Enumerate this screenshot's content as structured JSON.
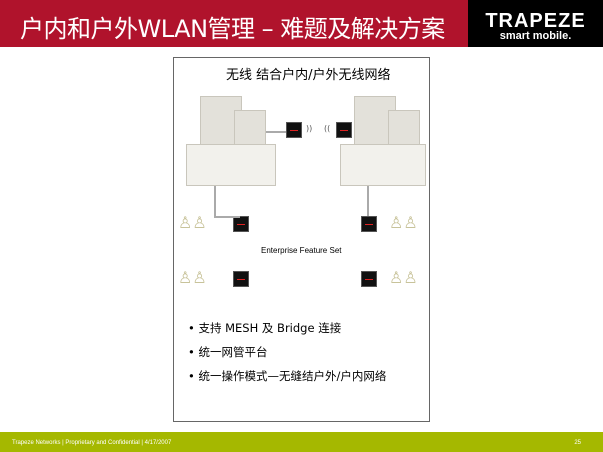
{
  "header": {
    "title": "户内和户外WLAN管理 – 难题及解决方案",
    "logo_brand": "TRAPEZE",
    "logo_tagline": "smart mobile."
  },
  "diagram": {
    "title": "无线 结合户内/户外无线网络",
    "label": "Enterprise Feature Set"
  },
  "bullets": [
    "支持 MESH 及 Bridge 连接",
    "统一网管平台",
    "统一操作模式—无缝结户外/户内网络"
  ],
  "footer": {
    "text": "Trapeze Networks  |  Proprietary and Confidential  |  4/17/2007",
    "page": "25"
  }
}
